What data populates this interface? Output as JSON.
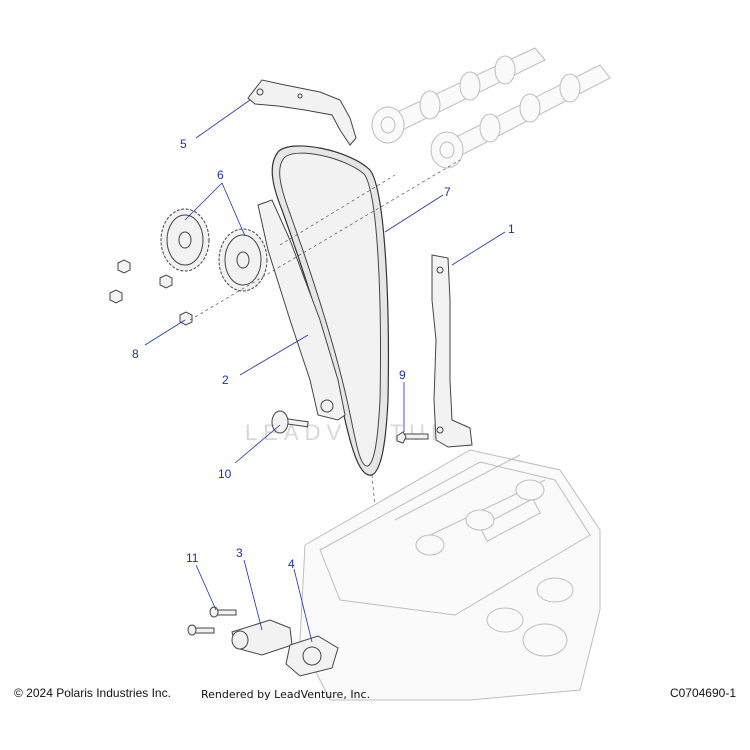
{
  "callouts": [
    {
      "id": "1",
      "label": "1"
    },
    {
      "id": "2",
      "label": "2"
    },
    {
      "id": "3",
      "label": "3"
    },
    {
      "id": "4",
      "label": "4"
    },
    {
      "id": "5",
      "label": "5"
    },
    {
      "id": "6",
      "label": "6"
    },
    {
      "id": "7",
      "label": "7"
    },
    {
      "id": "8",
      "label": "8"
    },
    {
      "id": "9",
      "label": "9"
    },
    {
      "id": "10",
      "label": "10"
    },
    {
      "id": "11",
      "label": "11"
    }
  ],
  "watermark": "LEADVENTURE",
  "footer": {
    "copyright": "© 2024 Polaris Industries Inc.",
    "rendered_by": "Rendered by LeadVenture, Inc.",
    "code": "C0704690-1"
  },
  "colors": {
    "callout": "#1a2fb0",
    "line": "#444444",
    "ghost": "#bdbdbd"
  }
}
